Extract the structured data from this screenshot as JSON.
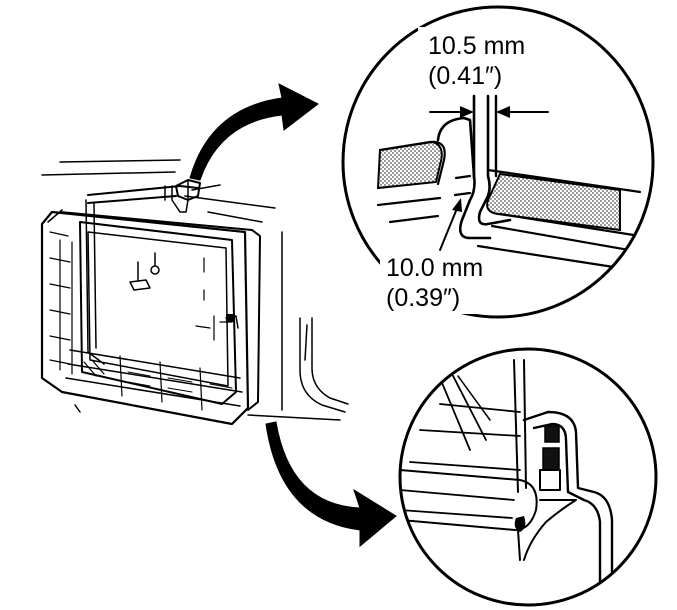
{
  "callouts": {
    "top_width_mm": "10.5 mm",
    "top_width_in": "(0.41″)",
    "bottom_width_mm": "10.0 mm",
    "bottom_width_in": "(0.39″)"
  },
  "colors": {
    "ink": "#000000",
    "paper": "#ffffff",
    "stipple": "#9a9a9a"
  },
  "icons": {
    "upper_arrow": "curved-arrow-right-icon",
    "lower_arrow": "curved-arrow-down-right-icon"
  }
}
